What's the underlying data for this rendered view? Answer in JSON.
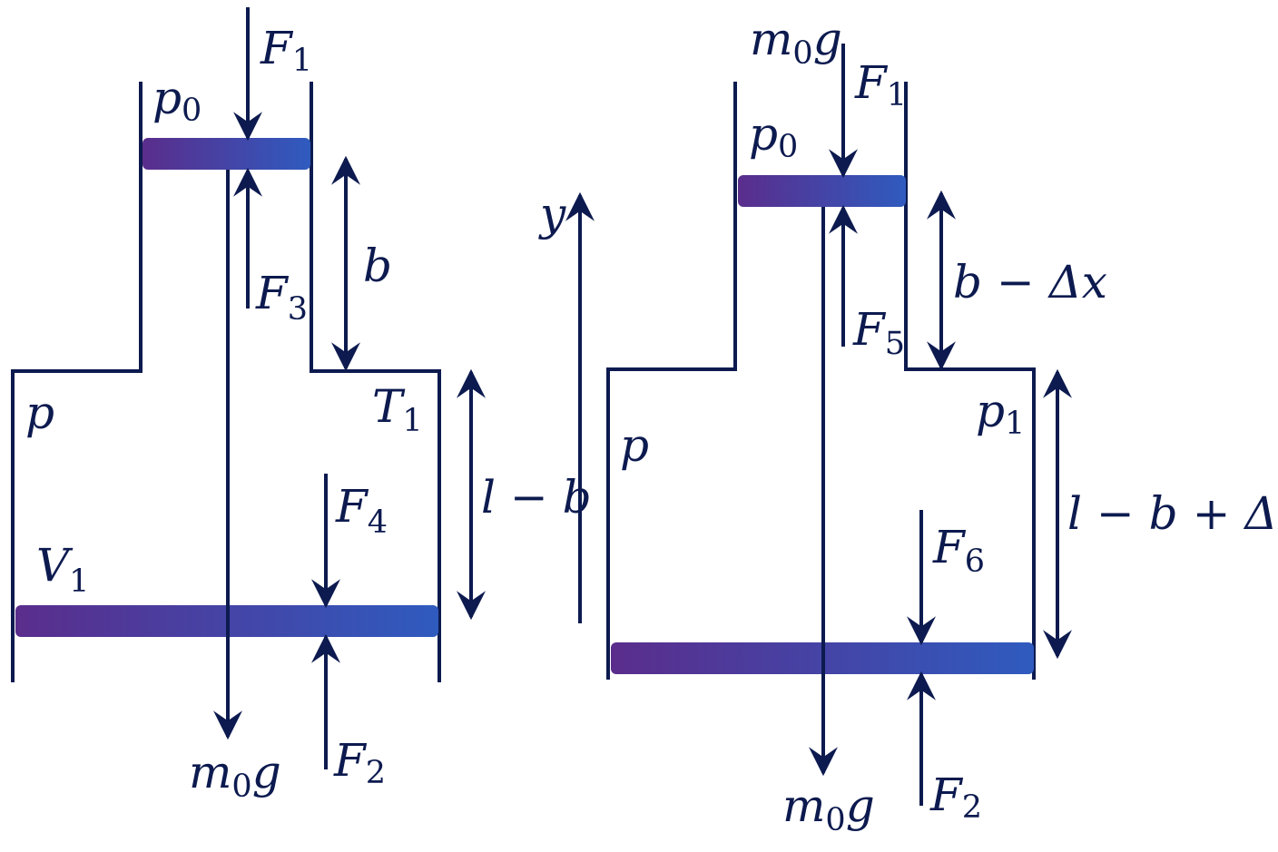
{
  "colors": {
    "ink": "#0c1a4f",
    "piston_start": "#5a2d8c",
    "piston_end": "#2f5bbf"
  },
  "left": {
    "F1": {
      "m": "F",
      "s": "1"
    },
    "p0": {
      "m": "p",
      "s": "0"
    },
    "F3": {
      "m": "F",
      "s": "3"
    },
    "b": {
      "m": "b",
      "s": ""
    },
    "p": {
      "m": "p",
      "s": ""
    },
    "T1": {
      "m": "T",
      "s": "1"
    },
    "F4": {
      "m": "F",
      "s": "4"
    },
    "l_minus_b": {
      "m": "l − b",
      "s": ""
    },
    "V1": {
      "m": "V",
      "s": "1"
    },
    "m0g": {
      "m": "m",
      "s": "0",
      "t": "g"
    },
    "F2": {
      "m": "F",
      "s": "2"
    }
  },
  "axis": {
    "y": {
      "m": "y",
      "s": ""
    }
  },
  "right": {
    "m0g_top": {
      "m": "m",
      "s": "0",
      "t": "g"
    },
    "F1": {
      "m": "F",
      "s": "1"
    },
    "p0": {
      "m": "p",
      "s": "0"
    },
    "b_minus_dx": {
      "m": "b − Δx",
      "s": ""
    },
    "F5": {
      "m": "F",
      "s": "5"
    },
    "p": {
      "m": "p",
      "s": ""
    },
    "p1": {
      "m": "p",
      "s": "1"
    },
    "l_minus_b_plus_dx": {
      "m": "l − b + Δx",
      "s": ""
    },
    "F6": {
      "m": "F",
      "s": "6"
    },
    "m0g_bottom": {
      "m": "m",
      "s": "0",
      "t": "g"
    },
    "F2": {
      "m": "F",
      "s": "2"
    }
  }
}
